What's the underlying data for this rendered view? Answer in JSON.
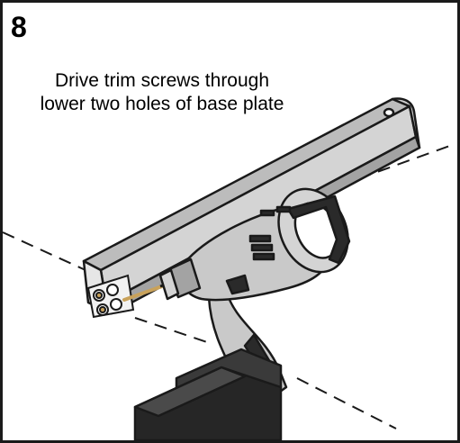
{
  "step": {
    "number": "8"
  },
  "instruction": {
    "line1": "Drive trim screws through",
    "line2": "lower two holes of base plate"
  },
  "illustration": {
    "objects": [
      "trim-rail",
      "impact-driver",
      "trim-screws",
      "base-plate",
      "wall-corner-line"
    ],
    "colors": {
      "outline": "#1a1a1a",
      "rail_light": "#d4d4d4",
      "rail_mid": "#bcbcbc",
      "rail_dark": "#a3a3a3",
      "tool_body": "#c9c9c9",
      "tool_dark": "#2a2a2a",
      "battery": "#262626",
      "screw": "#c9a25a",
      "hole": "#ffffff"
    }
  }
}
